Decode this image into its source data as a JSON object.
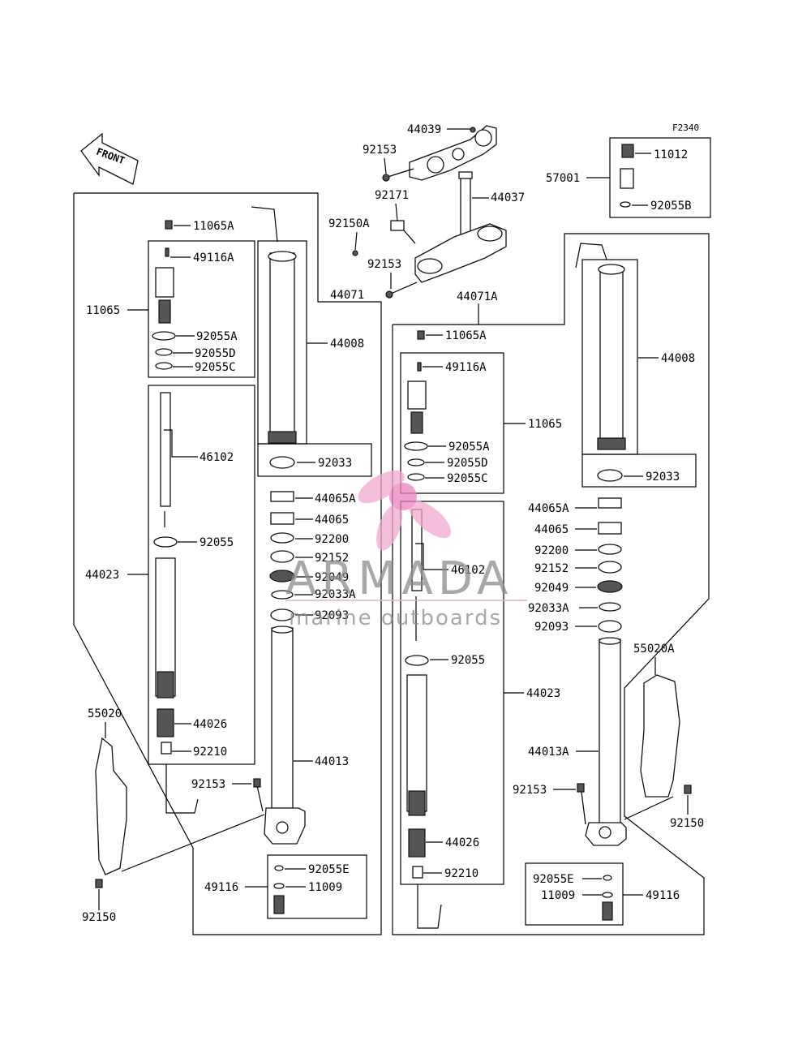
{
  "diagram_code": "F2340",
  "front_label": "FRONT",
  "watermark": {
    "brand": "ARMADA",
    "tagline": "marine outboards",
    "logo": "propeller-logo"
  },
  "labels": {
    "p44039": "44039",
    "p92153_top": "92153",
    "p92171": "92171",
    "p44037": "44037",
    "p92150A": "92150A",
    "p92153_mid": "92153",
    "p11012": "11012",
    "p57001": "57001",
    "p92055B": "92055B",
    "l_11065A": "11065A",
    "l_49116A": "49116A",
    "l_11065": "11065",
    "l_92055A": "92055A",
    "l_92055D": "92055D",
    "l_92055C": "92055C",
    "l_46102": "46102",
    "l_92055": "92055",
    "l_44023": "44023",
    "l_44026": "44026",
    "l_92210": "92210",
    "l_55020": "55020",
    "l_92153": "92153",
    "l_92150": "92150",
    "l_44071": "44071",
    "l_44008": "44008",
    "l_92033": "92033",
    "l_44065A": "44065A",
    "l_44065": "44065",
    "l_92200": "92200",
    "l_92152": "92152",
    "l_92049": "92049",
    "l_92033A": "92033A",
    "l_92093": "92093",
    "l_44013": "44013",
    "l_92055E": "92055E",
    "l_49116": "49116",
    "l_11009": "11009",
    "r_44071A": "44071A",
    "r_11065A": "11065A",
    "r_49116A": "49116A",
    "r_11065": "11065",
    "r_92055A": "92055A",
    "r_92055D": "92055D",
    "r_92055C": "92055C",
    "r_46102": "46102",
    "r_92055": "92055",
    "r_44023": "44023",
    "r_44026": "44026",
    "r_92210": "92210",
    "r_44008": "44008",
    "r_92033": "92033",
    "r_44065A": "44065A",
    "r_44065": "44065",
    "r_92200": "92200",
    "r_92152": "92152",
    "r_92049": "92049",
    "r_92033A": "92033A",
    "r_92093": "92093",
    "r_55020A": "55020A",
    "r_44013A": "44013A",
    "r_92153": "92153",
    "r_92150": "92150",
    "r_92055E": "92055E",
    "r_11009": "11009",
    "r_49116": "49116"
  }
}
